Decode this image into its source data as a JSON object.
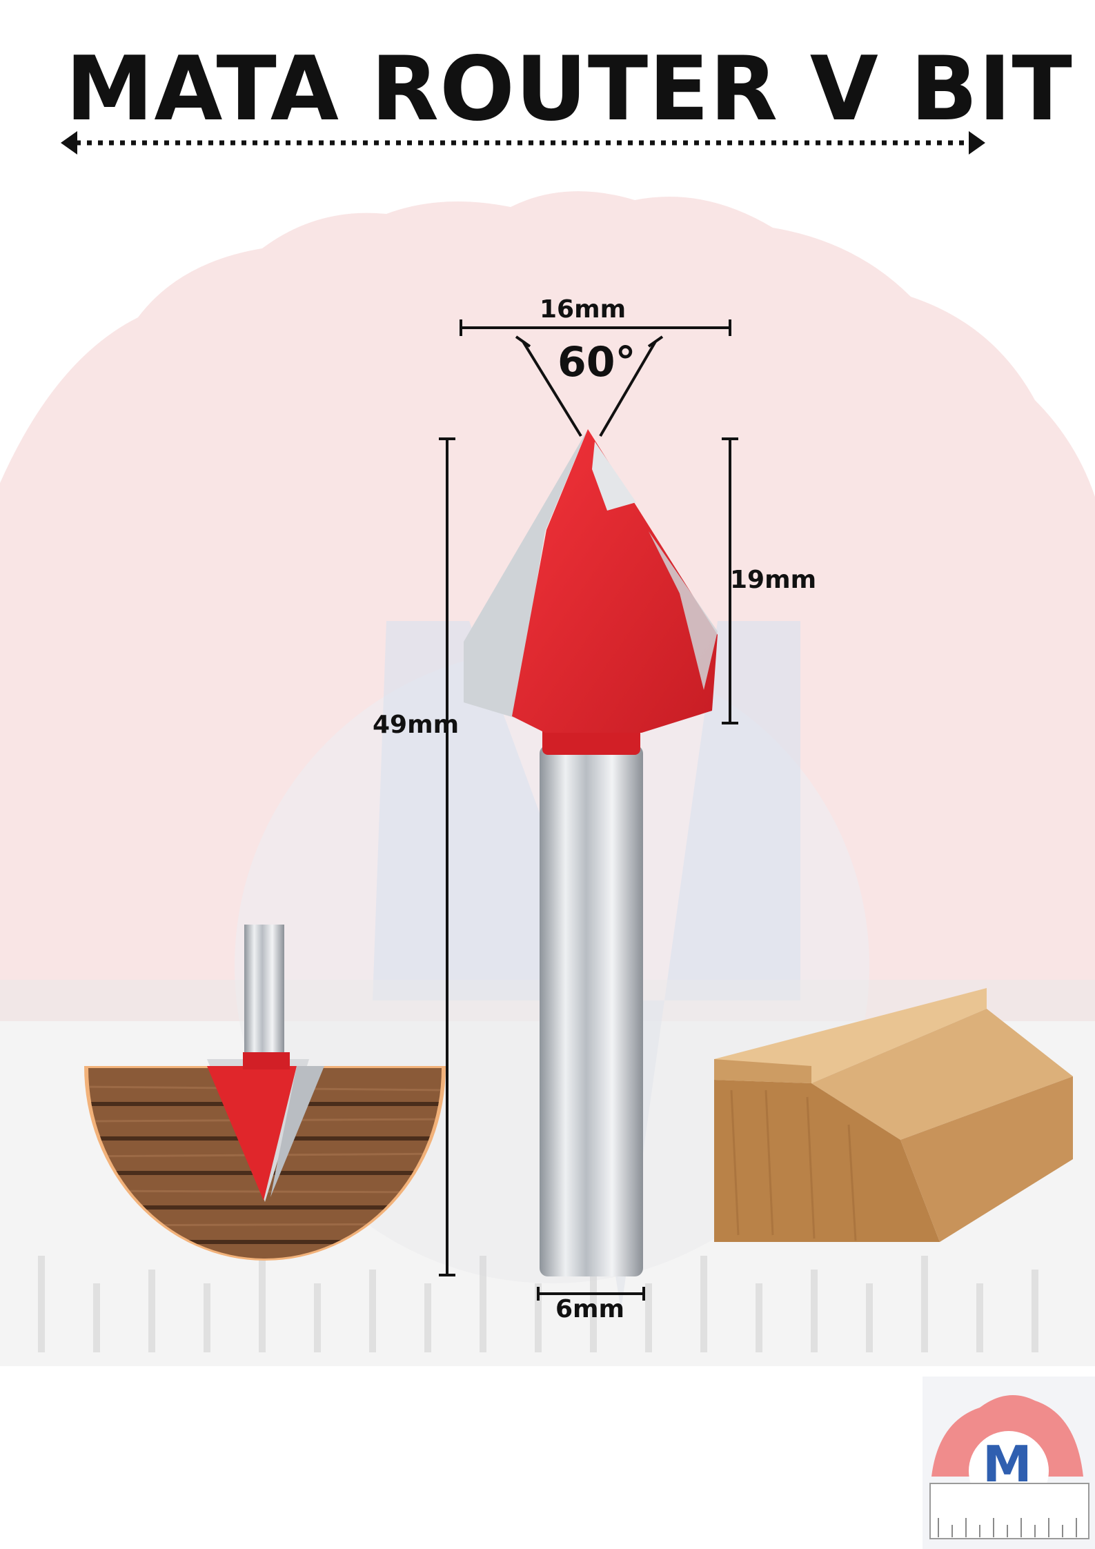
{
  "title": "MATA ROUTER V BIT",
  "dimensions": {
    "top_width": "16mm",
    "angle": "60°",
    "cutter_length": "19mm",
    "total_length": "49mm",
    "shank_diameter": "6mm"
  },
  "logo": {
    "letter": "M"
  },
  "colors": {
    "bit_red": "#e0262b",
    "steel": "#c9cdd2",
    "wood": "#d8a870",
    "title": "#111111",
    "logo_blue": "#2f5fb0"
  }
}
